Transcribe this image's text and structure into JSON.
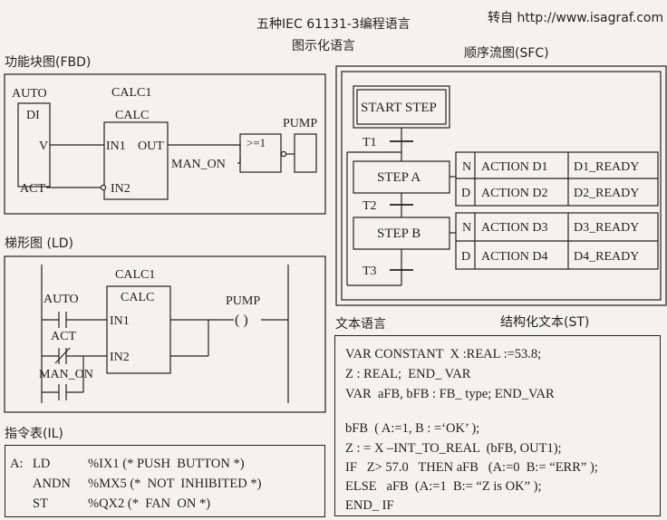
{
  "header": {
    "title": "五种IEC 61131-3编程语言",
    "subtitle": "图示化语言",
    "source": "转自 http://www.isagraf.com"
  },
  "sections": {
    "fbd": "功能块图(FBD)",
    "ld": "梯形图 (LD)",
    "il": "指令表(IL)",
    "sfc": "顺序流图(SFC)",
    "text_lang": "文本语言",
    "st": "结构化文本(ST)"
  },
  "fbd": {
    "auto": "AUTO",
    "di": "DI",
    "v": "V",
    "act": "ACT",
    "block_instance": "CALC1",
    "block_type": "CALC",
    "in1": "IN1",
    "out": "OUT",
    "in2": "IN2",
    "man_on": "MAN_ON",
    "or_gate": ">=1",
    "pump": "PUMP"
  },
  "ld": {
    "auto": "AUTO",
    "act": "ACT",
    "man_on": "MAN_ON",
    "block_instance": "CALC1",
    "block_type": "CALC",
    "in1": "IN1",
    "in2": "IN2",
    "pump": "PUMP",
    "coil": "( )"
  },
  "sfc": {
    "start_step": "START STEP",
    "t1": "T1",
    "step_a": "STEP A",
    "t2": "T2",
    "step_b": "STEP B",
    "t3": "T3",
    "actions": [
      {
        "q": "N",
        "name": "ACTION D1",
        "var": "D1_READY"
      },
      {
        "q": "D",
        "name": "ACTION D2",
        "var": "D2_READY"
      },
      {
        "q": "N",
        "name": "ACTION D3",
        "var": "D3_READY"
      },
      {
        "q": "D",
        "name": "ACTION D4",
        "var": "D4_READY"
      }
    ]
  },
  "st_lines": [
    "VAR CONSTANT  X :REAL :=53.8;",
    "Z : REAL;  END_ VAR",
    "VAR  aFB, bFB : FB_ type; END_VAR",
    "",
    "bFB  ( A:=1, B : =‘OK’ );",
    "Z : = X –INT_TO_REAL  (bFB, OUT1);",
    "IF   Z> 57.0   THEN aFB   (A:=0  B:= “ERR” );",
    "ELSE   aFB  (A:=1  B:= “Z is OK” );",
    "END_ IF"
  ],
  "il_lines": [
    {
      "label": "A:",
      "op": "LD",
      "arg": "%IX1 (* PUSH  BUTTON *)"
    },
    {
      "label": "",
      "op": "ANDN",
      "arg": "%MX5 (*  NOT  INHIBITED *)"
    },
    {
      "label": "",
      "op": "ST",
      "arg": "%QX2 (*  FAN  ON *)"
    }
  ]
}
